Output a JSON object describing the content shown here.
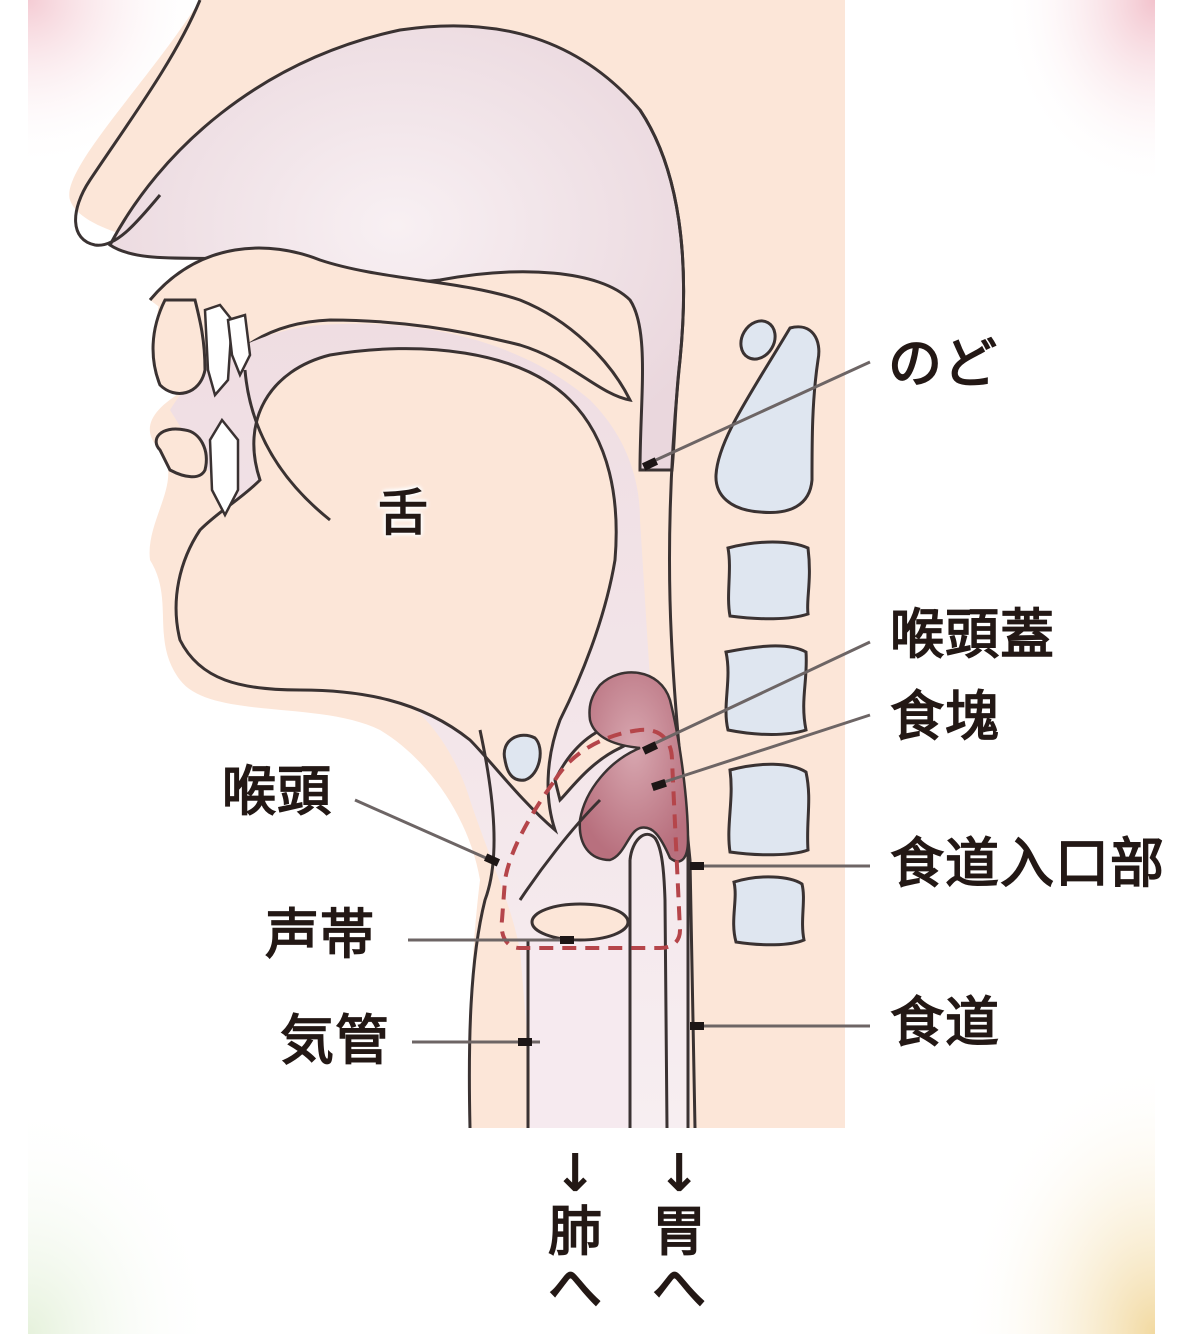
{
  "diagram": {
    "title": "",
    "subject": "sagittal section of head and neck during swallowing",
    "colors": {
      "skin": "#fce6d8",
      "airway": "#eedfe3",
      "cavity_light": "#f6eef2",
      "bone": "#dfe6f0",
      "bolus": "#c98a96",
      "bolus_dark": "#b36b7a",
      "dashed_outline": "#b5454a",
      "outline": "#3a3232",
      "leader_line": "#6d6565",
      "text": "#231815",
      "corner_pink": "#f3c6cf",
      "corner_green": "#e7f2df",
      "corner_yellow": "#f3dca5"
    },
    "labels": {
      "throat": "のど",
      "tongue": "舌",
      "epiglottis": "喉頭蓋",
      "bolus": "食塊",
      "larynx": "喉頭",
      "esophageal_entrance": "食道入口部",
      "vocal_cords": "声帯",
      "trachea": "気管",
      "esophagus": "食道"
    },
    "destinations": {
      "to_lungs": {
        "arrow": "↓",
        "line1": "肺",
        "line2": "へ"
      },
      "to_stomach": {
        "arrow": "↓",
        "line1": "胃",
        "line2": "へ"
      }
    }
  }
}
